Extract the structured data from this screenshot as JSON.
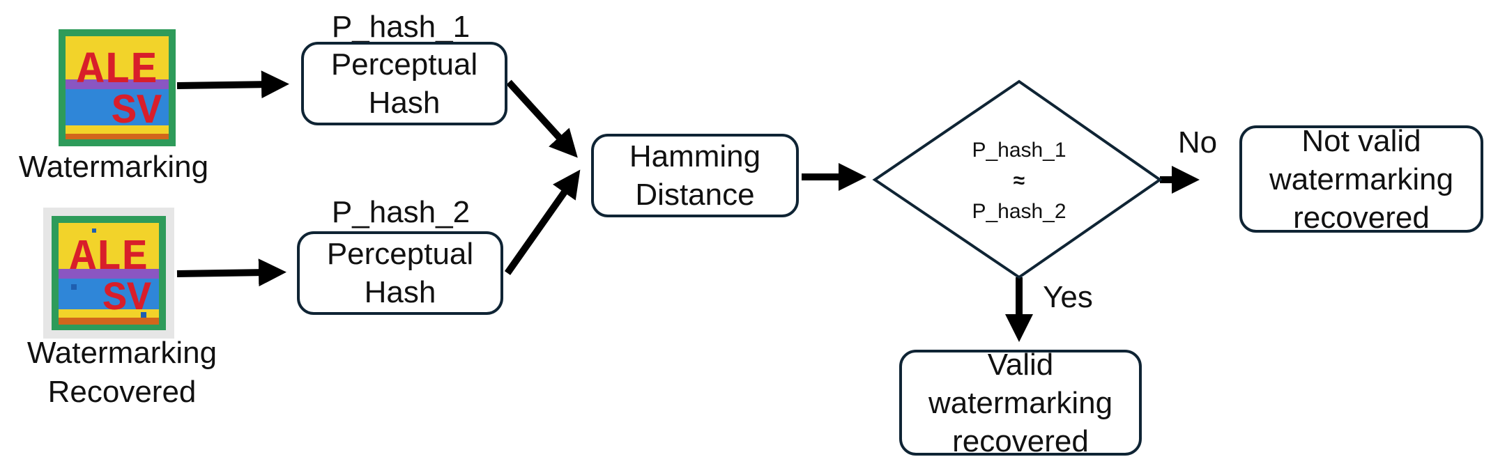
{
  "inputs": {
    "original": {
      "caption": "Watermarking",
      "image_text_top": "ALE",
      "image_text_bottom": "SV"
    },
    "recovered": {
      "caption_line1": "Watermarking",
      "caption_line2": "Recovered",
      "image_text_top": "ALE",
      "image_text_bottom": "SV"
    }
  },
  "hash_nodes": [
    {
      "label": "P_hash_1",
      "line1": "Perceptual",
      "line2": "Hash"
    },
    {
      "label": "P_hash_2",
      "line1": "Perceptual",
      "line2": "Hash"
    }
  ],
  "distance_node": {
    "line1": "Hamming",
    "line2": "Distance"
  },
  "decision": {
    "line1": "P_hash_1",
    "line2": "≈",
    "line3": "P_hash_2"
  },
  "branch_no": {
    "label": "No",
    "line1": "Not valid",
    "line2": "watermarking",
    "line3": "recovered"
  },
  "branch_yes": {
    "label": "Yes",
    "line1": "Valid",
    "line2": "watermarking",
    "line3": "recovered"
  },
  "colors": {
    "stroke": "#0f2434",
    "arrow": "#000000",
    "thumb_green": "#2e9b5a",
    "thumb_yellow": "#f2d32a",
    "thumb_blue": "#2f86d8",
    "thumb_purple": "#8a56c2",
    "thumb_red": "#d81e2a",
    "thumb_orange": "#d2661c"
  }
}
